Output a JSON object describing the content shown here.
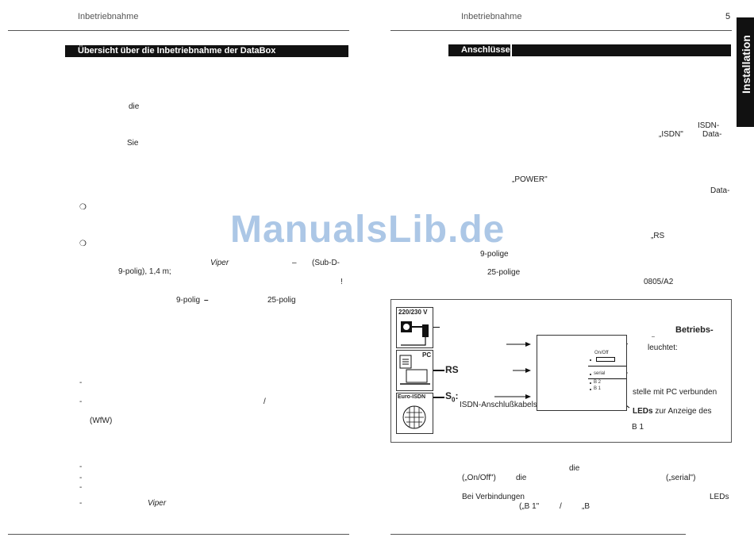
{
  "watermark": "ManualsLib.de",
  "left_page": {
    "header": "Inbetriebnahme",
    "title_bar": "Übersicht über die Inbetriebnahme der DataBox",
    "fragments": {
      "die": "die",
      "sie": "Sie",
      "circle1": "❍",
      "circle2": "❍",
      "viper": "Viper",
      "dash": "–",
      "subd": "(Sub-D-",
      "polig_len": "9-polig), 1,4 m;",
      "excl": "!",
      "polig9": "9-polig",
      "dash2": "–",
      "polig25": "25-polig",
      "wfw": "(WfW)",
      "slash": "/",
      "viper2": "Viper"
    },
    "bullets": [
      "-",
      "-",
      "-",
      "-",
      "-",
      "-"
    ]
  },
  "right_page": {
    "header": "Inbetriebnahme",
    "page_number": "5",
    "side_tab": "Installation",
    "title_bar": "Anschlüsse",
    "fragments": {
      "isdn_dash": "ISDN-",
      "isdn_quote": "„ISDN\"",
      "data_dash": "Data-",
      "power": "„POWER\"",
      "data_dash2": "Data-",
      "rs_quote": "„RS",
      "polige9": "9-polige",
      "polige25": "25-polige",
      "code": "0805/A2",
      "die": "die",
      "onoff": "(„On/Off\")",
      "die2": "die",
      "serial_quote": "(„serial\")",
      "bei_verbindungen": "Bei Verbindungen",
      "leds": "LEDs",
      "b1": "(„B 1\"",
      "slash": "/",
      "b_quote": "„B"
    },
    "diagram": {
      "power_label": "220/230 V",
      "pc_label": "PC",
      "rs_label": "RS",
      "euro_isdn_label": "Euro-ISDN",
      "s0_label": "S",
      "s0_sub": "0",
      "s0_colon": ":",
      "isdn_cable": "ISDN-Anschlußkabels",
      "betriebs": "Betriebs-",
      "dash": "–",
      "leuchtet": "leuchtet:",
      "onoff": "On/Off",
      "serial": "serial",
      "b2": "B 2",
      "b1": "B 1",
      "stelle": "stelle mit PC verbunden",
      "leds_bold": "LEDs",
      "leds_rest": "zur Anzeige des",
      "b1_bottom": "B 1"
    }
  }
}
